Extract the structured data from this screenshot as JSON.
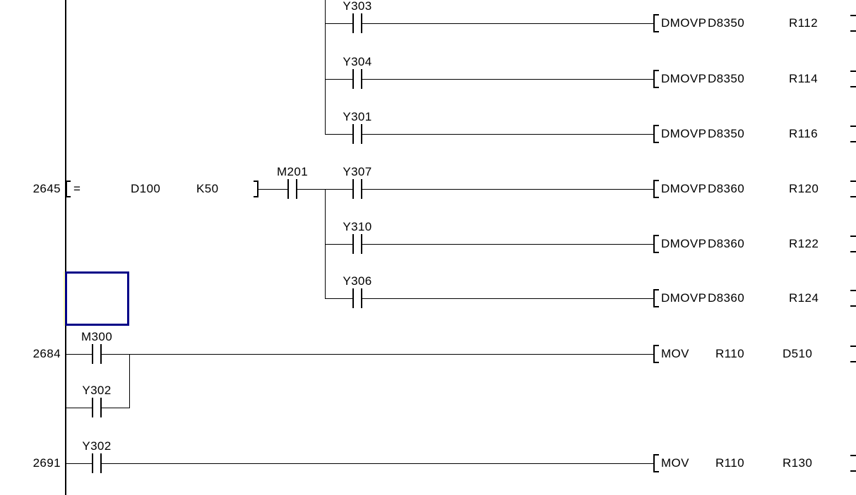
{
  "colors": {
    "background": "#ffffff",
    "line": "#000000",
    "text": "#000000",
    "cursor_outline": "#000087"
  },
  "rungs": [
    {
      "number": "2645"
    },
    {
      "number": "2684"
    },
    {
      "number": "2691"
    }
  ],
  "compare": {
    "operator": "=",
    "operand1": "D100",
    "operand2": "K50"
  },
  "contacts": [
    {
      "label": "Y303"
    },
    {
      "label": "Y304"
    },
    {
      "label": "Y301"
    },
    {
      "label": "M201"
    },
    {
      "label": "Y307"
    },
    {
      "label": "Y310"
    },
    {
      "label": "Y306"
    },
    {
      "label": "M300"
    },
    {
      "label": "Y302"
    },
    {
      "label": "Y302"
    }
  ],
  "instructions": [
    {
      "mnemonic": "DMOVP",
      "source": "D8350",
      "destination": "R112"
    },
    {
      "mnemonic": "DMOVP",
      "source": "D8350",
      "destination": "R114"
    },
    {
      "mnemonic": "DMOVP",
      "source": "D8350",
      "destination": "R116"
    },
    {
      "mnemonic": "DMOVP",
      "source": "D8360",
      "destination": "R120"
    },
    {
      "mnemonic": "DMOVP",
      "source": "D8360",
      "destination": "R122"
    },
    {
      "mnemonic": "DMOVP",
      "source": "D8360",
      "destination": "R124"
    },
    {
      "mnemonic": "MOV",
      "source": "R110",
      "destination": "D510"
    },
    {
      "mnemonic": "MOV",
      "source": "R110",
      "destination": "R130"
    }
  ]
}
